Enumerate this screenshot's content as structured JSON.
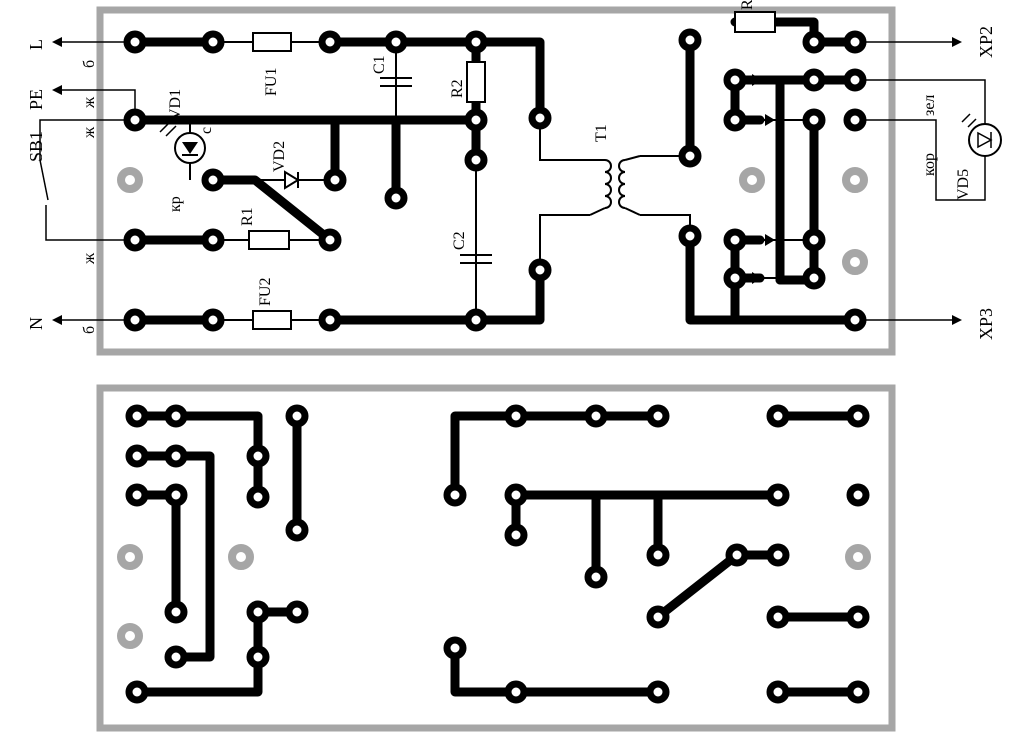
{
  "colors": {
    "trace": "#000000",
    "board_edge": "#a6a6a6",
    "mounting_hole": "#a6a6a6",
    "background": "#ffffff"
  },
  "labels": {
    "L": "L",
    "N": "N",
    "PE": "PE",
    "SB1": "SB1",
    "wire_L": "б",
    "wire_PE": "ж",
    "wire_SB1": "ж",
    "wire_SB1_bottom": "ж",
    "wire_N": "б",
    "VD1": "VD1",
    "VD1_c": "с",
    "VD1_kr": "кр",
    "VD2": "VD2",
    "R1": "R1",
    "R2": "R2",
    "R_top": "R",
    "C1": "C1",
    "C2": "C2",
    "FU1": "FU1",
    "FU2": "FU2",
    "T1": "T1",
    "XP2": "XP2",
    "XP3": "XP3",
    "VD5": "VD5",
    "kor": "кор",
    "zel": "зел"
  }
}
